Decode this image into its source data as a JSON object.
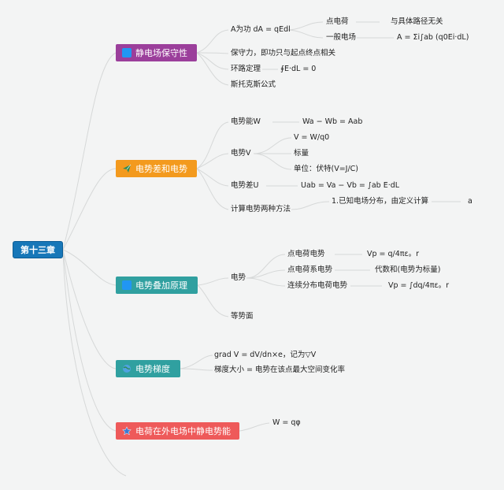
{
  "root": "第十三章",
  "colors": {
    "root": "#1777b8",
    "branch1": "#9b3f9b",
    "branch2": "#f39a1e",
    "branch3": "#30a0a0",
    "branch4": "#30a0a0",
    "branch5": "#ee5a5a",
    "icon": "#2196f3"
  },
  "branches": [
    {
      "label": "静电场保守性",
      "icon": "square-icon",
      "a_work": "A为功 dA = qEdl",
      "point_charge": "点电荷",
      "point_charge_note": "与具体路径无关",
      "general_field": "一般电场",
      "general_field_formula": "A = Σi∫ab (q0Ei·dL)",
      "conservative": "保守力，即功只与起点终点相关",
      "loop_theorem": "环路定理",
      "loop_formula": "∮E·dL = 0",
      "stokes": "斯托克斯公式"
    },
    {
      "label": "电势差和电势",
      "icon": "paper-plane-icon",
      "energy": "电势能W",
      "energy_formula": "Wa − Wb = Aab",
      "potential": "电势V",
      "v_formula": "V = W/q0",
      "scalar": "标量",
      "unit": "单位：伏特(V=J/C)",
      "difference": "电势差U",
      "u_formula": "Uab = Va − Vb = ∫ab E·dL",
      "methods": "计算电势两种方法",
      "method1": "1.已知电场分布，由定义计算",
      "method1_tail": "a"
    },
    {
      "label": "电势叠加原理",
      "icon": "square-icon",
      "potential": "电势",
      "point": "点电荷电势",
      "point_formula": "Vp = q/4πε。r",
      "system": "点电荷系电势",
      "system_formula": "代数和(电势为标量)",
      "continuous": "连续分布电荷电势",
      "continuous_formula": "Vp = ∫dq/4πε。r",
      "equipotential": "等势面"
    },
    {
      "label": "电势梯度",
      "icon": "globe-icon",
      "grad": "grad V = dV/dn×e，记为▽V",
      "magnitude": "梯度大小 = 电势在该点最大空间变化率"
    },
    {
      "label": "电荷在外电场中静电势能",
      "icon": "star-icon",
      "w": "W = qφ"
    }
  ]
}
